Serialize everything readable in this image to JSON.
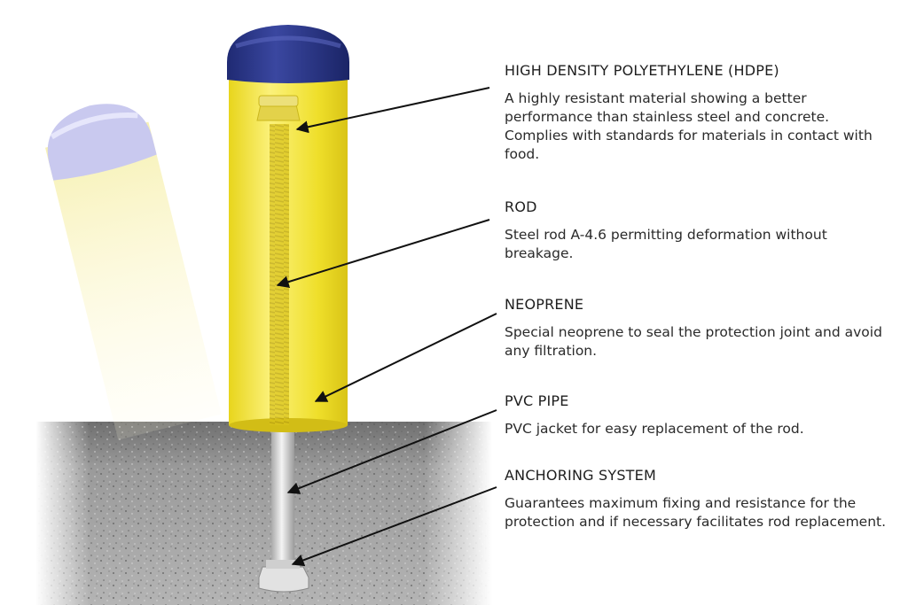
{
  "callouts": {
    "hdpe": {
      "title": "HIGH DENSITY POLYETHYLENE (HDPE)",
      "description": "A highly resistant material showing a better performance than stainless steel and concrete. Complies with standards for materials in contact with food."
    },
    "rod": {
      "title": "ROD",
      "description": "Steel rod A-4.6 permitting deformation without breakage."
    },
    "neoprene": {
      "title": "NEOPRENE",
      "description": "Special neoprene to seal the protection joint and avoid any filtration."
    },
    "pvc": {
      "title": "PVC PIPE",
      "description": "PVC jacket for easy replacement of the rod."
    },
    "anchor": {
      "title": "ANCHORING SYSTEM",
      "description": "Guarantees maximum fixing and resistance for the protection and if necessary facilitates rod replacement."
    }
  },
  "colors": {
    "bollard_body": "#f2e233",
    "bollard_cap": "#2a3585",
    "ghost_cap": "#c8c8ee",
    "concrete": "#8e8e8e",
    "pointer_line": "#1a1a1a"
  }
}
